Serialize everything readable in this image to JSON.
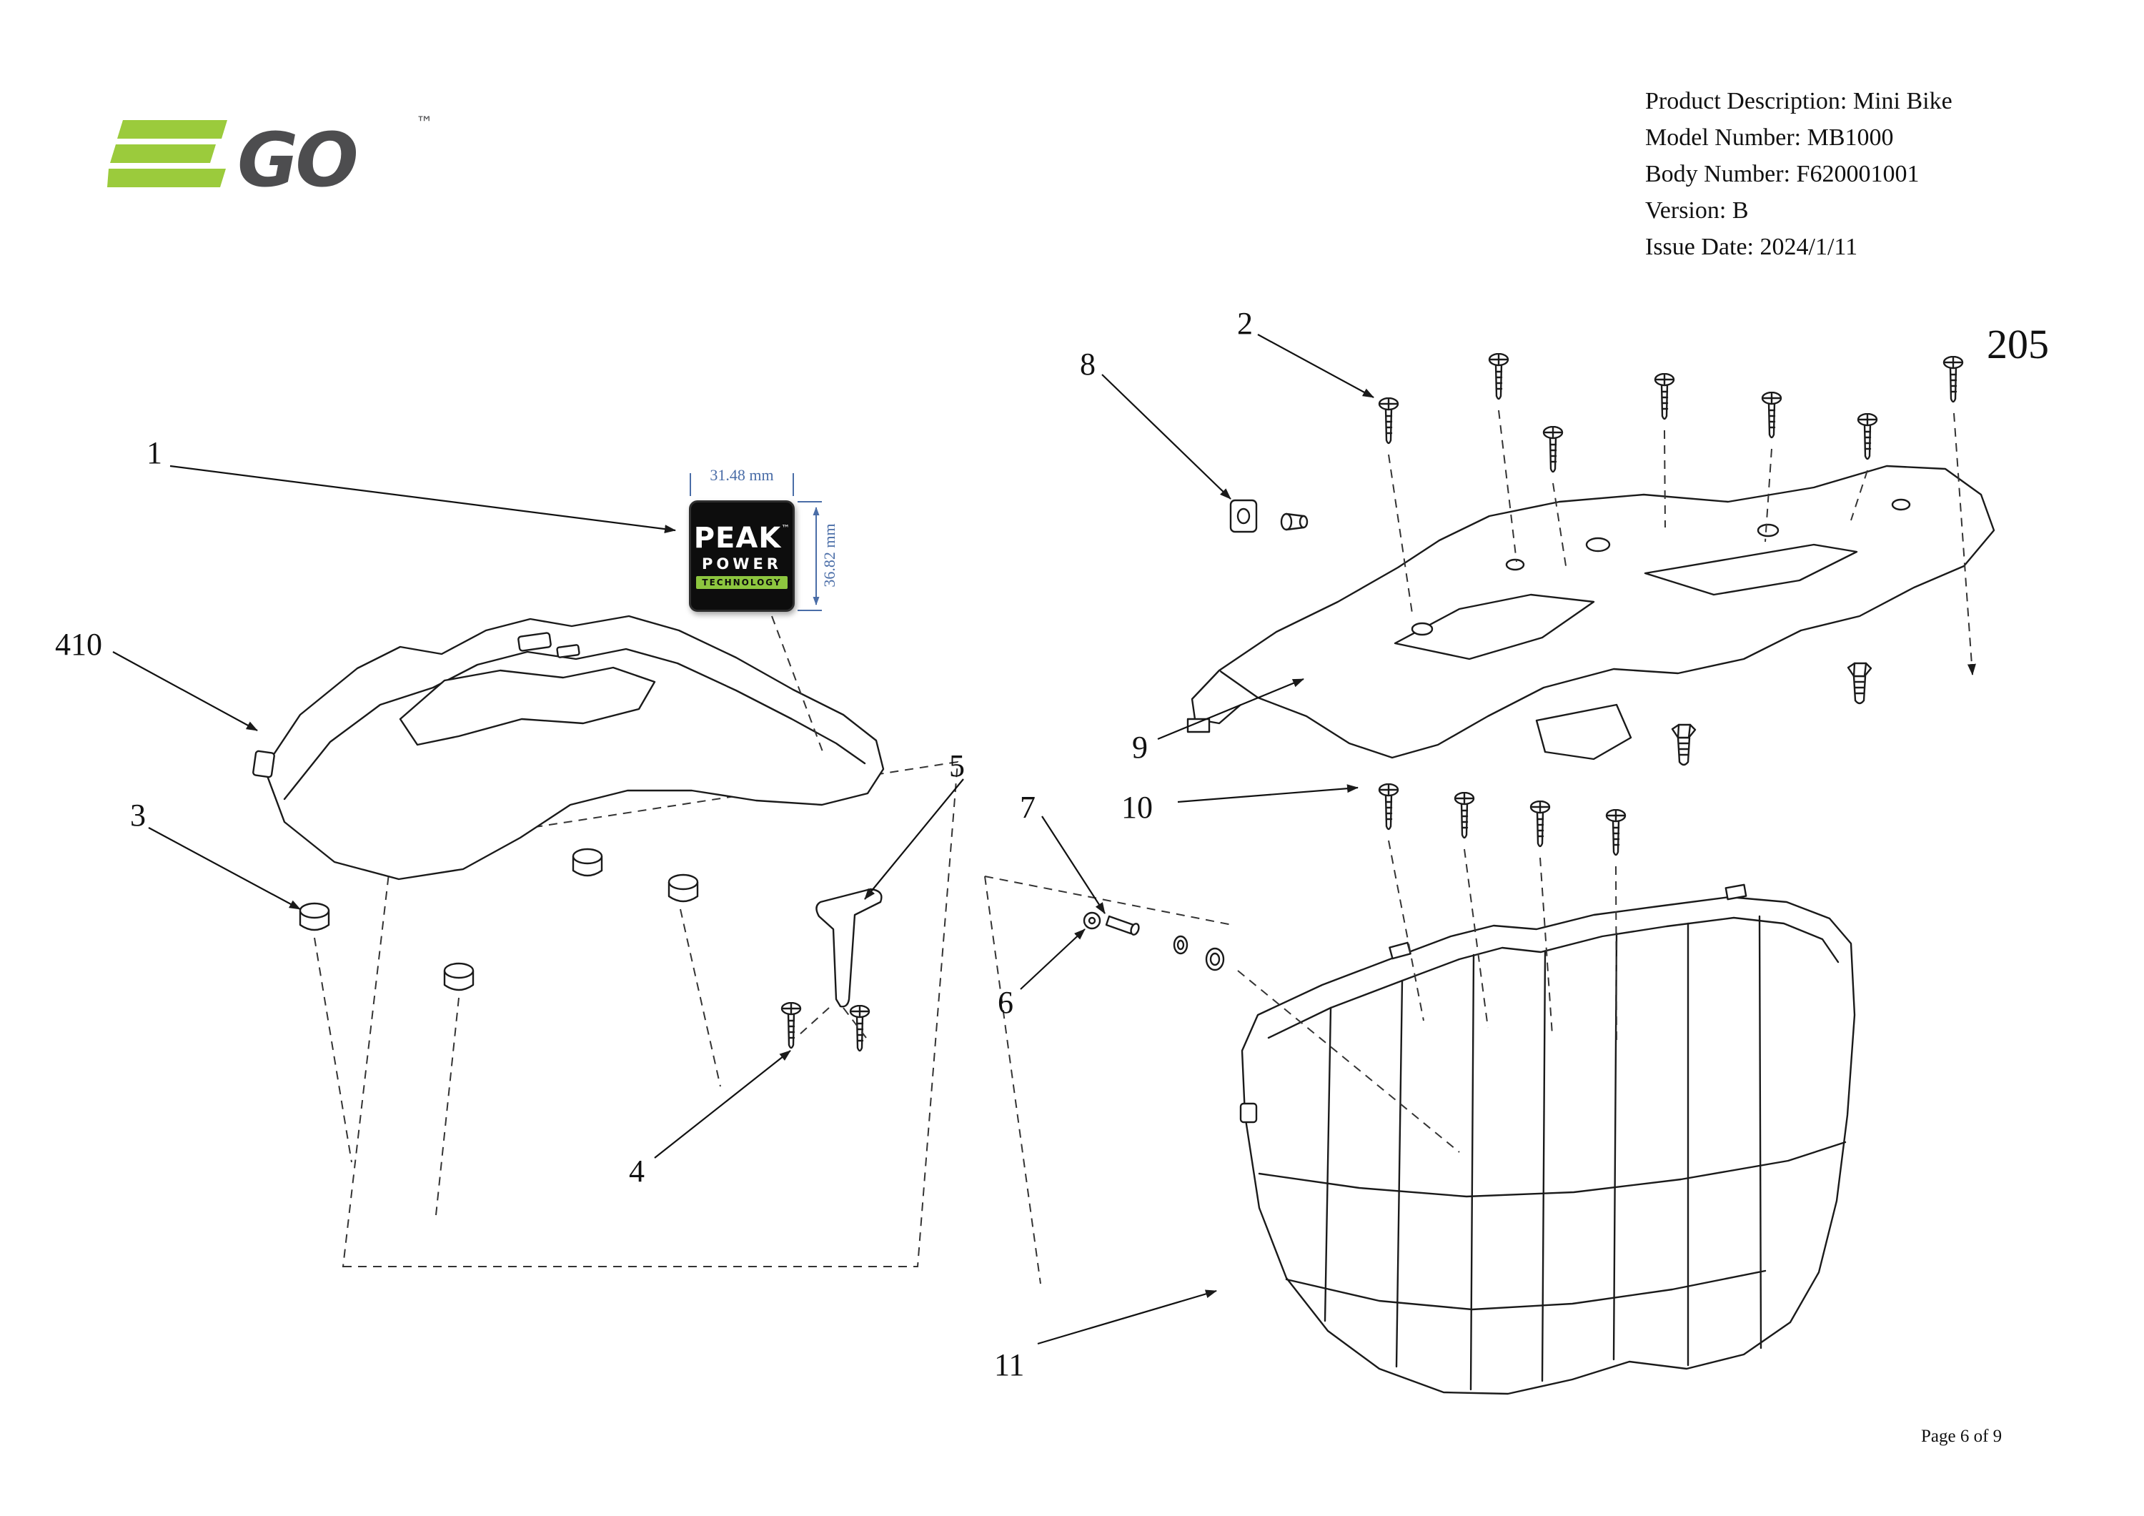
{
  "document": {
    "footer_page": "Page 6 of 9"
  },
  "logo": {
    "brand": "EGO",
    "go_text": "GO",
    "trademark": "™"
  },
  "product_info": {
    "lines": [
      "Product Description: Mini Bike",
      "Model Number: MB1000",
      "Body Number: F620001001",
      "Version: B",
      "Issue Date: 2024/1/11"
    ]
  },
  "callouts": {
    "c1": "1",
    "c2": "2",
    "c3": "3",
    "c4": "4",
    "c5": "5",
    "c6": "6",
    "c7": "7",
    "c8": "8",
    "c9": "9",
    "c10": "10",
    "c11": "11",
    "c410": "410",
    "c205": "205"
  },
  "peak_label": {
    "title": "PEAK",
    "trademark": "™",
    "subtitle": "POWER",
    "band": "TECHNOLOGY",
    "width_dim": "31.48 mm",
    "height_dim": "36.82 mm"
  },
  "colors": {
    "ego_green": "#9BCB3C",
    "ego_dark": "#4D4D4F",
    "label_band_green": "#8DC63F",
    "dimension_blue": "#4A6DA7",
    "line_color": "#1a1a1a"
  }
}
